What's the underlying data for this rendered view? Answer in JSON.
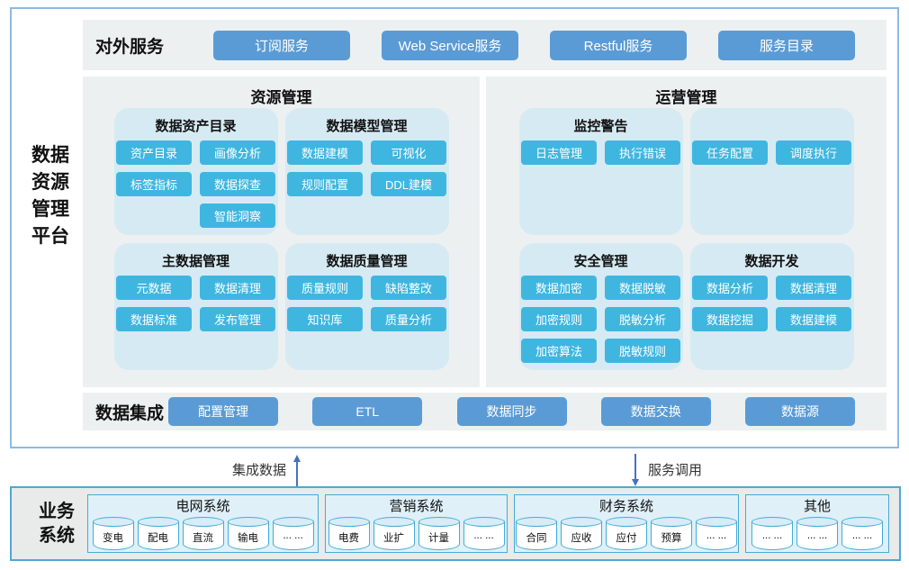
{
  "platform": {
    "label_lines": [
      "数据",
      "资源",
      "管理",
      "平台"
    ],
    "external_services": {
      "heading": "对外服务",
      "buttons": [
        "订阅服务",
        "Web Service服务",
        "Restful服务",
        "服务目录"
      ]
    },
    "resource_mgmt": {
      "title": "资源管理",
      "groups": [
        {
          "title": "数据资产目录",
          "buttons": [
            "资产目录",
            "画像分析",
            "标签指标",
            "数据探查",
            "智能洞察"
          ]
        },
        {
          "title": "数据模型管理",
          "buttons": [
            "数据建模",
            "可视化",
            "规则配置",
            "DDL建模"
          ]
        },
        {
          "title": "主数据管理",
          "buttons": [
            "元数据",
            "数据清理",
            "数据标准",
            "发布管理"
          ]
        },
        {
          "title": "数据质量管理",
          "buttons": [
            "质量规则",
            "缺陷整改",
            "知识库",
            "质量分析"
          ]
        }
      ]
    },
    "operation_mgmt": {
      "title": "运营管理",
      "groups": [
        {
          "title": "监控警告",
          "buttons": [
            "日志管理",
            "执行错误"
          ]
        },
        {
          "title": "",
          "buttons": [
            "任务配置",
            "调度执行"
          ]
        },
        {
          "title": "安全管理",
          "buttons": [
            "数据加密",
            "数据脱敏",
            "加密规则",
            "脱敏分析",
            "加密算法",
            "脱敏规则"
          ]
        },
        {
          "title": "数据开发",
          "buttons": [
            "数据分析",
            "数据清理",
            "数据挖掘",
            "数据建模"
          ]
        }
      ]
    },
    "data_integration": {
      "heading": "数据集成",
      "buttons": [
        "配置管理",
        "ETL",
        "数据同步",
        "数据交换",
        "数据源"
      ]
    }
  },
  "flows": {
    "up_label": "集成数据",
    "down_label": "服务调用"
  },
  "business": {
    "heading_lines": [
      "业务",
      "系统"
    ],
    "systems": [
      {
        "title": "电网系统",
        "dbs": [
          "变电",
          "配电",
          "直流",
          "输电",
          "... ..."
        ]
      },
      {
        "title": "营销系统",
        "dbs": [
          "电费",
          "业扩",
          "计量",
          "... ..."
        ]
      },
      {
        "title": "财务系统",
        "dbs": [
          "合同",
          "应收",
          "应付",
          "预算",
          "... ..."
        ]
      },
      {
        "title": "其他",
        "dbs": [
          "... ...",
          "... ...",
          "... ..."
        ]
      }
    ]
  },
  "colors": {
    "service_button": "#5B9BD5",
    "module_chip": "#3FB6E0",
    "panel_bg": "#EDF0F1",
    "group_bg": "#D6EAF3",
    "platform_border": "#8FBADF",
    "arrow": "#4472C4",
    "business_border": "#4FA8D2",
    "business_subbox_bg": "#DFF0F8",
    "db_border": "#45ACD6"
  }
}
